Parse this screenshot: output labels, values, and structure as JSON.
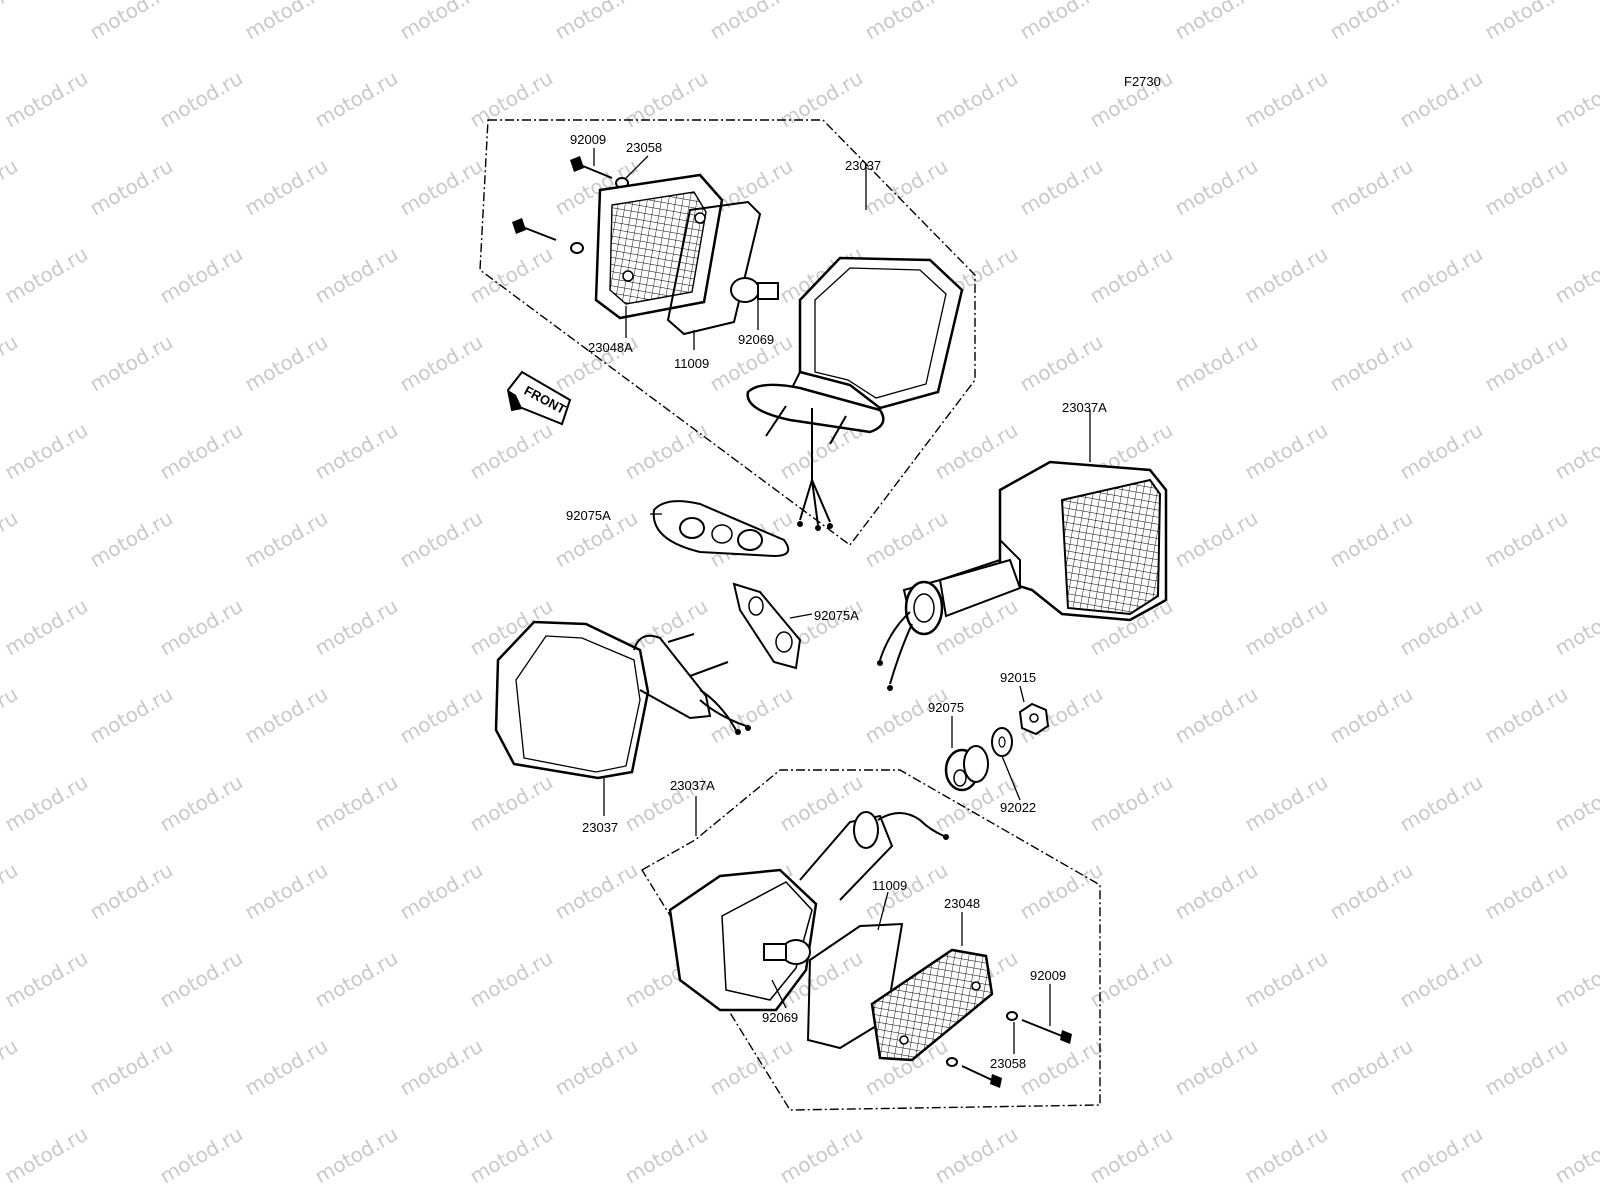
{
  "diagram": {
    "figure_code": "F2730",
    "watermark": "motod.ru",
    "front_label": "FRONT",
    "labels": {
      "p92009_top": "92009",
      "p23058_top": "23058",
      "p23037_top": "23037",
      "p23048A": "23048A",
      "p11009_top": "11009",
      "p92069_top": "92069",
      "p23037A_right": "23037A",
      "p92075A_a": "92075A",
      "p92075A_b": "92075A",
      "p92015": "92015",
      "p92075": "92075",
      "p92022": "92022",
      "p23037_left": "23037",
      "p23037A_bottom": "23037A",
      "p11009_bottom": "11009",
      "p23048": "23048",
      "p92069_bottom": "92069",
      "p92009_bottom": "92009",
      "p23058_bottom": "23058"
    }
  }
}
